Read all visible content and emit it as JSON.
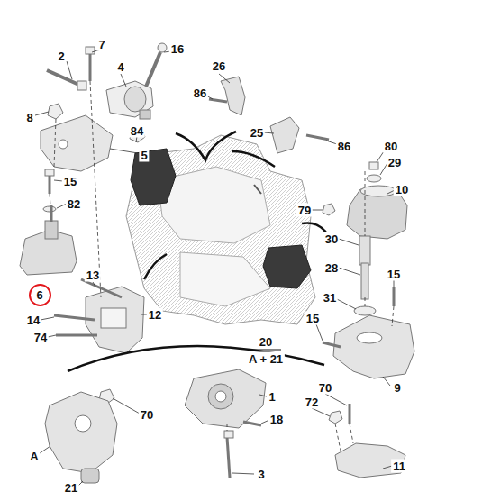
{
  "diagram": {
    "nodes": [
      {
        "text": [
          "6"
        ]
      }
    ],
    "labels": [
      "7",
      "16",
      "2",
      "4",
      "26",
      "86",
      "8",
      "84",
      "25",
      "86",
      "80",
      "29",
      "5",
      "15",
      "82",
      "79",
      "10",
      "30",
      "28",
      "15",
      "13",
      "31",
      "14",
      "12",
      "15",
      "74",
      "20",
      "A + 21",
      "1",
      "70",
      "70",
      "72",
      "9",
      "18",
      "A",
      "3",
      "11",
      "21"
    ]
  }
}
